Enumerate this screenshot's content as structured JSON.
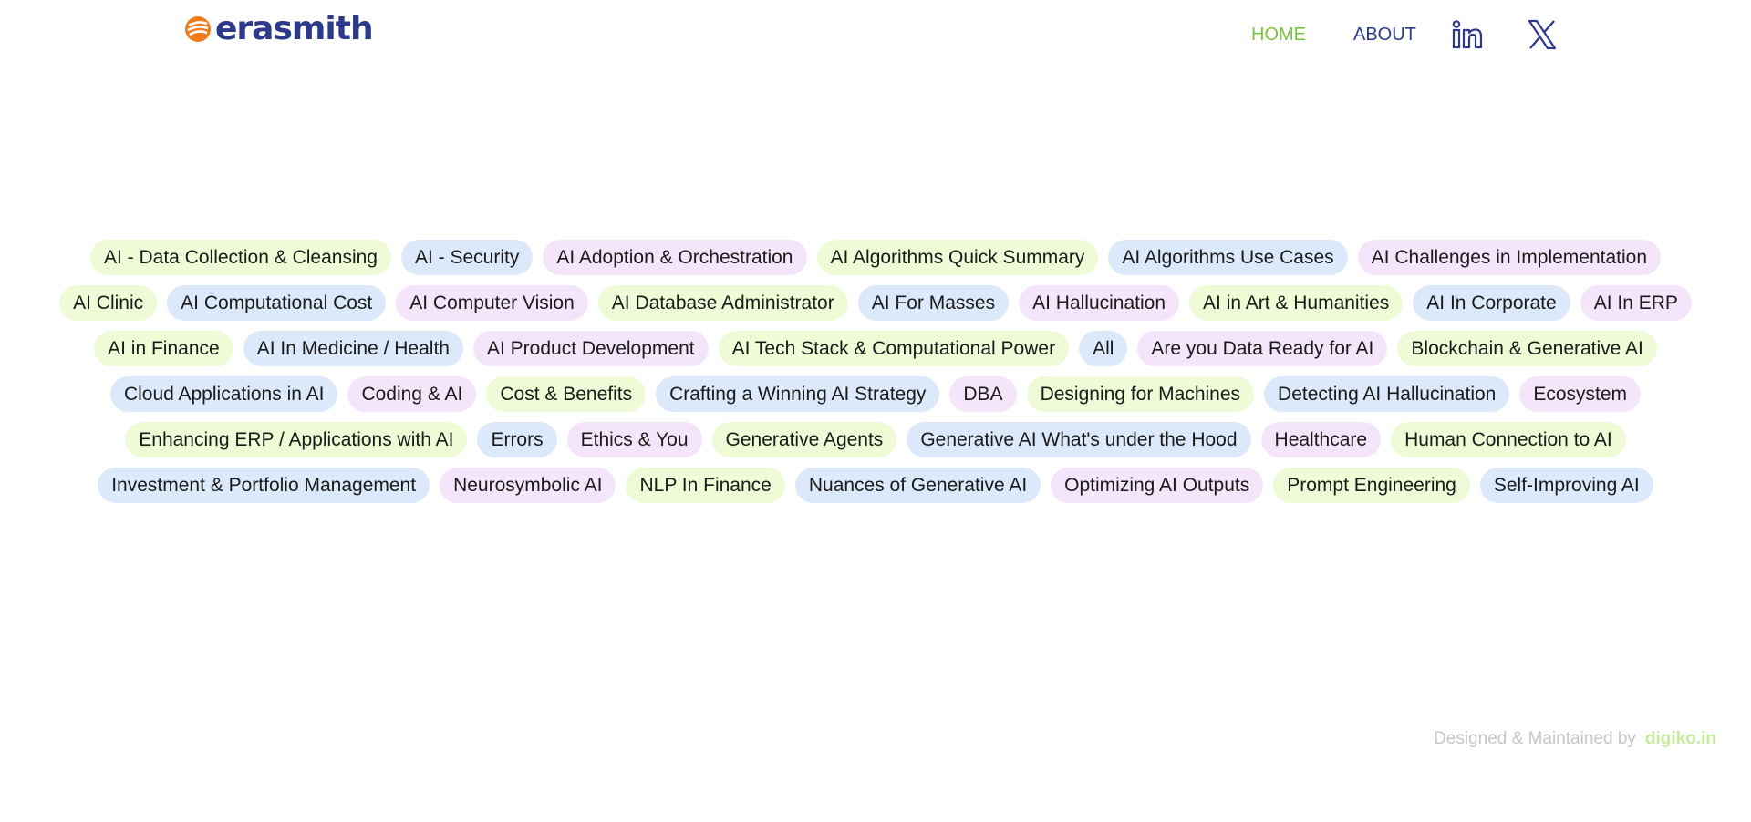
{
  "brand": {
    "name": "erasmith",
    "colors": {
      "primary": "#2d3a8c",
      "accent": "#f07c1e",
      "green": "#7cc242"
    }
  },
  "nav": {
    "home_label": "HOME",
    "about_label": "ABOUT",
    "social": [
      {
        "icon": "linkedin-icon"
      },
      {
        "icon": "x-twitter-icon"
      }
    ]
  },
  "tag_rows": [
    [
      {
        "label": "AI - Data Collection & Cleansing",
        "color": "green"
      },
      {
        "label": "AI - Security",
        "color": "blue"
      },
      {
        "label": "AI Adoption & Orchestration",
        "color": "pink"
      },
      {
        "label": "AI Algorithms Quick Summary",
        "color": "green"
      },
      {
        "label": "AI Algorithms Use Cases",
        "color": "blue"
      },
      {
        "label": "AI Challenges in Implementation",
        "color": "pink"
      }
    ],
    [
      {
        "label": "AI Clinic",
        "color": "green"
      },
      {
        "label": "AI Computational Cost",
        "color": "blue"
      },
      {
        "label": "AI Computer Vision",
        "color": "pink"
      },
      {
        "label": "AI Database Administrator",
        "color": "green"
      },
      {
        "label": "AI For Masses",
        "color": "blue"
      },
      {
        "label": "AI Hallucination",
        "color": "pink"
      },
      {
        "label": "AI in Art & Humanities",
        "color": "green"
      },
      {
        "label": "AI In Corporate",
        "color": "blue"
      },
      {
        "label": "AI In ERP",
        "color": "pink"
      }
    ],
    [
      {
        "label": "AI in Finance",
        "color": "green"
      },
      {
        "label": "AI In Medicine / Health",
        "color": "blue"
      },
      {
        "label": "AI Product Development",
        "color": "pink"
      },
      {
        "label": "AI Tech Stack & Computational Power",
        "color": "green"
      },
      {
        "label": "All",
        "color": "blue"
      },
      {
        "label": "Are you Data Ready for AI",
        "color": "pink"
      },
      {
        "label": "Blockchain & Generative AI",
        "color": "green"
      }
    ],
    [
      {
        "label": "Cloud Applications in AI",
        "color": "blue"
      },
      {
        "label": "Coding & AI",
        "color": "pink"
      },
      {
        "label": "Cost & Benefits",
        "color": "green"
      },
      {
        "label": "Crafting a Winning AI Strategy",
        "color": "blue"
      },
      {
        "label": "DBA",
        "color": "pink"
      },
      {
        "label": "Designing for Machines",
        "color": "green"
      },
      {
        "label": "Detecting AI Hallucination",
        "color": "blue"
      },
      {
        "label": "Ecosystem",
        "color": "pink"
      }
    ],
    [
      {
        "label": "Enhancing ERP / Applications with AI",
        "color": "green"
      },
      {
        "label": "Errors",
        "color": "blue"
      },
      {
        "label": "Ethics & You",
        "color": "pink"
      },
      {
        "label": "Generative Agents",
        "color": "green"
      },
      {
        "label": "Generative AI What's under the Hood",
        "color": "blue"
      },
      {
        "label": "Healthcare",
        "color": "pink"
      },
      {
        "label": "Human Connection to AI",
        "color": "green"
      }
    ],
    [
      {
        "label": "Investment & Portfolio Management",
        "color": "blue"
      },
      {
        "label": "Neurosymbolic AI",
        "color": "pink"
      },
      {
        "label": "NLP In Finance",
        "color": "green"
      },
      {
        "label": "Nuances of Generative AI",
        "color": "blue"
      },
      {
        "label": "Optimizing AI Outputs",
        "color": "pink"
      },
      {
        "label": "Prompt Engineering",
        "color": "green"
      },
      {
        "label": "Self-Improving AI",
        "color": "blue"
      }
    ]
  ],
  "footer": {
    "text": "Designed & Maintained by",
    "link_label": "digiko.in"
  }
}
